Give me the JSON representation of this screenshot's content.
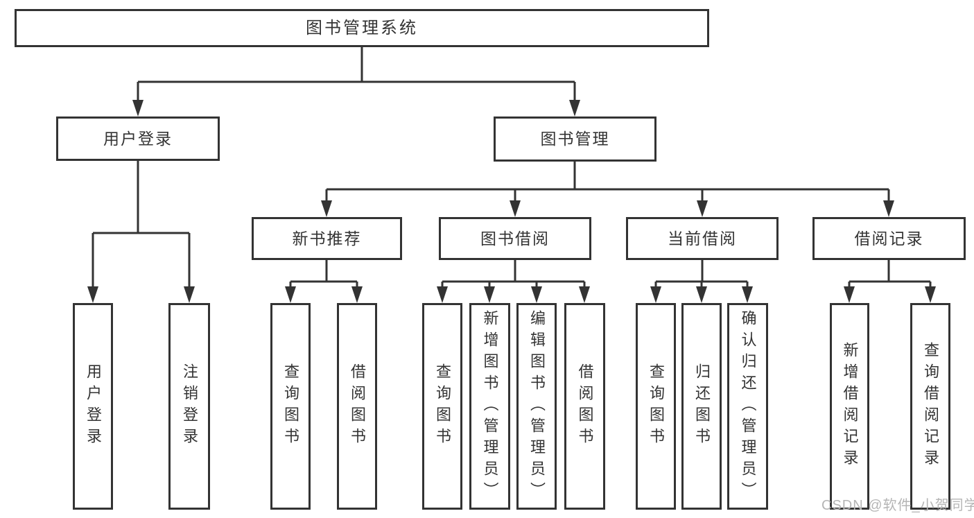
{
  "diagram": {
    "title": "图书管理系统",
    "level2": [
      {
        "label": "用户登录",
        "children": [
          "用户登录",
          "注销登录"
        ]
      },
      {
        "label": "图书管理",
        "modules": [
          {
            "label": "新书推荐",
            "children": [
              "查询图书",
              "借阅图书"
            ]
          },
          {
            "label": "图书借阅",
            "children": [
              "查询图书",
              "新增图书（管理员）",
              "编辑图书（管理员）",
              "借阅图书"
            ]
          },
          {
            "label": "当前借阅",
            "children": [
              "查询图书",
              "归还图书",
              "确认归还（管理员）"
            ]
          },
          {
            "label": "借阅记录",
            "children": [
              "新增借阅记录",
              "查询借阅记录"
            ]
          }
        ]
      }
    ]
  },
  "watermark": {
    "text": "CSDN @软件_小贺同学"
  },
  "colors": {
    "line": "#333333",
    "box_border": "#333333",
    "text": "#333333",
    "watermark": "#b5b5b5",
    "background": "#ffffff"
  }
}
